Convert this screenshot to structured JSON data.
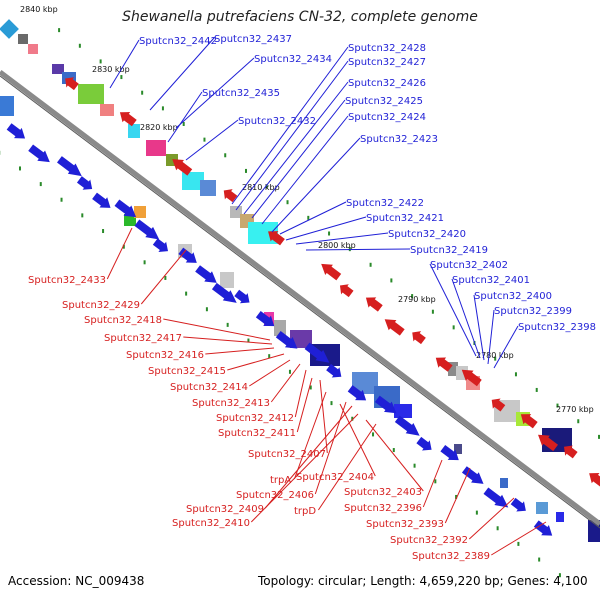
{
  "title": "Shewanella putrefaciens CN-32, complete genome",
  "accession": "Accession: NC_009438",
  "stats": "Topology: circular; Length: 4,659,220 bp; Genes: 4,100",
  "colors": {
    "forward": "#1f1fd6",
    "reverse": "#d61f1f",
    "backbone": "#8a8a8a",
    "dots": "#2a8a2a"
  },
  "ticks": [
    "2840 kbp",
    "2830 kbp",
    "2820 kbp",
    "2810 kbp",
    "2800 kbp",
    "2790 kbp",
    "2780 kbp",
    "2770 kbp"
  ],
  "forward_labels": [
    "Sputcn32_2442",
    "Sputcn32_2437",
    "Sputcn32_2434",
    "Sputcn32_2435",
    "Sputcn32_2432",
    "Sputcn32_2428",
    "Sputcn32_2427",
    "Sputcn32_2426",
    "Sputcn32_2425",
    "Sputcn32_2424",
    "Sputcn32_2423",
    "Sputcn32_2422",
    "Sputcn32_2421",
    "Sputcn32_2420",
    "Sputcn32_2419",
    "Sputcn32_2402",
    "Sputcn32_2401",
    "Sputcn32_2400",
    "Sputcn32_2399",
    "Sputcn32_2398"
  ],
  "reverse_labels": [
    "Sputcn32_2433",
    "Sputcn32_2429",
    "Sputcn32_2418",
    "Sputcn32_2417",
    "Sputcn32_2416",
    "Sputcn32_2415",
    "Sputcn32_2414",
    "Sputcn32_2413",
    "Sputcn32_2412",
    "Sputcn32_2411",
    "Sputcn32_2407",
    "trpA",
    "Sputcn32_2404",
    "Sputcn32_2406",
    "Sputcn32_2403",
    "Sputcn32_2409",
    "trpD",
    "Sputcn32_2396",
    "Sputcn32_2410",
    "Sputcn32_2393",
    "Sputcn32_2392",
    "Sputcn32_2389"
  ]
}
